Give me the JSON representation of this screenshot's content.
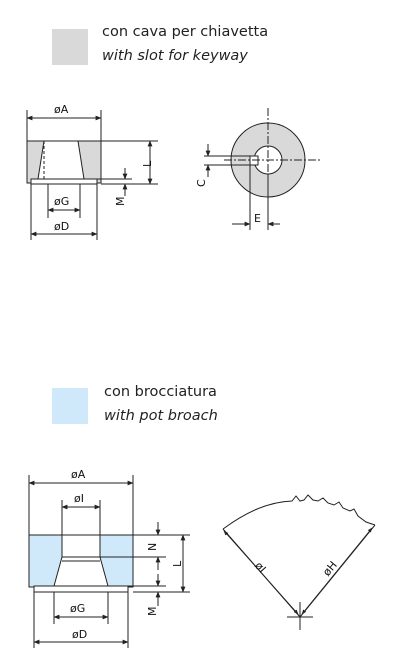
{
  "legends": [
    {
      "swatch_color": "#d9d9d9",
      "line1": "con cava per chiavetta",
      "line2": "with slot for keyway"
    },
    {
      "swatch_color": "#cfe9fa",
      "line1": "con brocciatura",
      "line2": "with pot broach"
    }
  ],
  "drawing1": {
    "dim_A": "øA",
    "dim_L": "L",
    "dim_M": "M",
    "dim_G": "øG",
    "dim_D": "øD",
    "dim_C": "C",
    "dim_E": "E"
  },
  "drawing2": {
    "dim_A": "øA",
    "dim_I": "øI",
    "dim_N": "N",
    "dim_L": "L",
    "dim_M": "M",
    "dim_G": "øG",
    "dim_D": "øD",
    "dim_I_sector": "øI",
    "dim_H_sector": "øH"
  },
  "colors": {
    "gray_fill": "#d9d9d9",
    "blue_fill": "#cfe9fa",
    "line": "#222222"
  }
}
